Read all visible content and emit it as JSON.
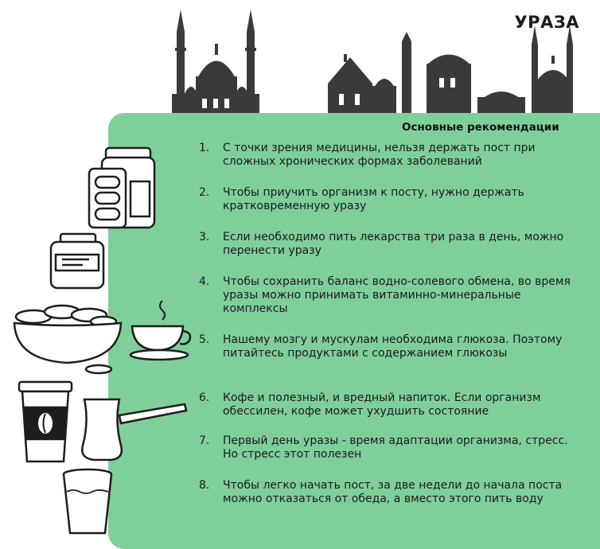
{
  "title": "УРАЗА",
  "section_heading": "Основные рекомендации",
  "items": [
    {
      "num": "1.",
      "text": "С точки зрения медицины, нельзя держать пост при сложных хронических формах заболеваний"
    },
    {
      "num": "2.",
      "text": "Чтобы приучить организм к посту, нужно держать кратковременную уразу"
    },
    {
      "num": "3.",
      "text": "Если необходимо пить лекарства три раза в день, можно перенести уразу"
    },
    {
      "num": "4.",
      "text": "Чтобы сохранить баланс водно-солевого обмена, во время уразы можно принимать витаминно-минеральные комплексы"
    },
    {
      "num": "5.",
      "text": "Нашему мозгу и мускулам необходима глюкоза. Поэтому питайтесь продуктами с содержанием глюкозы"
    },
    {
      "num": "6.",
      "text": "Кофе и полезный, и вредный напиток. Если организм обессилен, кофе может ухудшить состояние"
    },
    {
      "num": "7.",
      "text": "Первый день уразы - время адаптации организма, стресс. Но стресс этот полезен"
    },
    {
      "num": "8.",
      "text": "Чтобы легко начать пост, за две недели до начала поста можно отказаться от обеда, а вместо этого пить воду"
    }
  ],
  "colors": {
    "panel_green": "#7fcf9b",
    "silhouette": "#3a3a3a",
    "text": "#1a1a1a"
  },
  "icons": [
    "mosque-skyline-icon",
    "medicine-jar-icon",
    "pill-blister-icon",
    "vitamin-jar-icon",
    "bowl-of-cookies-icon",
    "tea-cup-icon",
    "coffee-cup-icon",
    "coffee-turk-icon",
    "water-glass-icon"
  ]
}
